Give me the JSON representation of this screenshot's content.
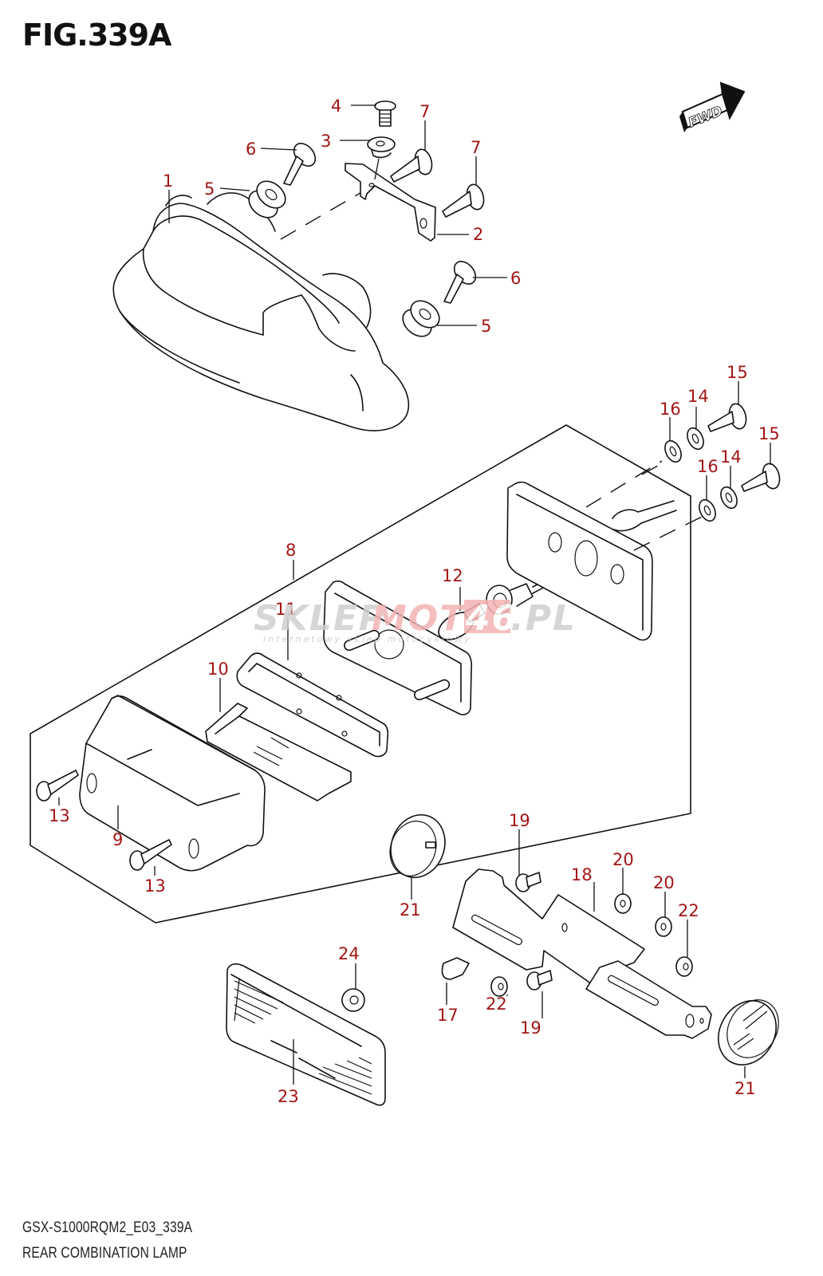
{
  "figure": {
    "title": "FIG.339A",
    "model_code": "GSX-S1000RQM2_E03_339A",
    "diagram_title": "REAR COMBINATION LAMP",
    "direction_label": "FWD"
  },
  "watermark": {
    "text_left": "SKLEP",
    "text_mid": "MOTO",
    "text_num": "46",
    "text_right": ".PL",
    "subtitle": "internetowy sklep motocyklowy"
  },
  "colors": {
    "callout": "#a31515",
    "line": "#111111",
    "watermark_gray": "#c8c8c8",
    "watermark_red": "#f0a0a0"
  },
  "callouts": [
    {
      "id": "c1",
      "label": "1"
    },
    {
      "id": "c2",
      "label": "2"
    },
    {
      "id": "c3",
      "label": "3"
    },
    {
      "id": "c4",
      "label": "4"
    },
    {
      "id": "c5a",
      "label": "5"
    },
    {
      "id": "c5b",
      "label": "5"
    },
    {
      "id": "c6a",
      "label": "6"
    },
    {
      "id": "c6b",
      "label": "6"
    },
    {
      "id": "c7a",
      "label": "7"
    },
    {
      "id": "c7b",
      "label": "7"
    },
    {
      "id": "c8",
      "label": "8"
    },
    {
      "id": "c9",
      "label": "9"
    },
    {
      "id": "c10",
      "label": "10"
    },
    {
      "id": "c11",
      "label": "11"
    },
    {
      "id": "c12",
      "label": "12"
    },
    {
      "id": "c13a",
      "label": "13"
    },
    {
      "id": "c13b",
      "label": "13"
    },
    {
      "id": "c14a",
      "label": "14"
    },
    {
      "id": "c14b",
      "label": "14"
    },
    {
      "id": "c15a",
      "label": "15"
    },
    {
      "id": "c15b",
      "label": "15"
    },
    {
      "id": "c16a",
      "label": "16"
    },
    {
      "id": "c16b",
      "label": "16"
    },
    {
      "id": "c17",
      "label": "17"
    },
    {
      "id": "c18",
      "label": "18"
    },
    {
      "id": "c19a",
      "label": "19"
    },
    {
      "id": "c19b",
      "label": "19"
    },
    {
      "id": "c20a",
      "label": "20"
    },
    {
      "id": "c20b",
      "label": "20"
    },
    {
      "id": "c21a",
      "label": "21"
    },
    {
      "id": "c21b",
      "label": "21"
    },
    {
      "id": "c22a",
      "label": "22"
    },
    {
      "id": "c22b",
      "label": "22"
    },
    {
      "id": "c23",
      "label": "23"
    },
    {
      "id": "c24",
      "label": "24"
    }
  ]
}
